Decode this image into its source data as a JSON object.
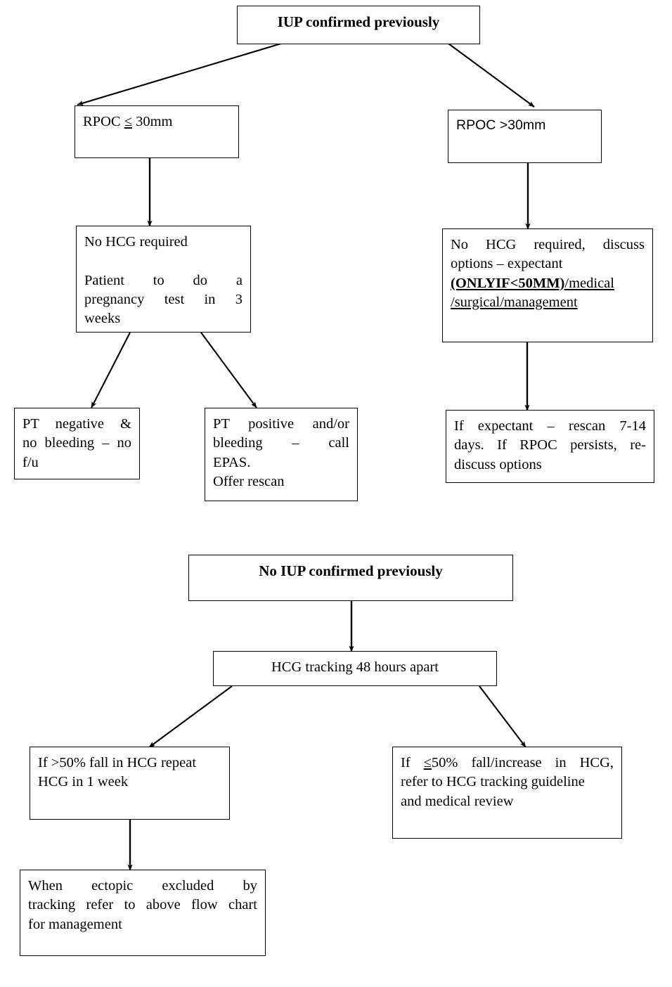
{
  "document": {
    "title": "RPOC and HCG management flow chart",
    "background_color": "#ffffff",
    "line_color": "#000000",
    "text_color": "#000000"
  },
  "section_one": {
    "heading": "IUP confirmed previously",
    "nodes": {
      "rpoc_small": "RPOC ≤ 30mm",
      "rpoc_small_prefix": "RPOC ",
      "rpoc_small_symbol": "≤",
      "rpoc_small_suffix": " 30mm",
      "rpoc_large": "RPOC >30mm",
      "no_hcg_left_line1": "No HCG required",
      "no_hcg_left_line2": "Patient to do a",
      "no_hcg_left_line3": "pregnancy test in 3",
      "no_hcg_left_line4": "weeks",
      "no_hcg_right_line1": "No HCG required, discuss",
      "no_hcg_right_line2": "options – expectant",
      "no_hcg_right_line3_bold": "(ONLYIF<50MM)",
      "no_hcg_right_line3_rest": "/medical",
      "no_hcg_right_line4": "/surgical/management",
      "pt_negative_line1": "PT negative &",
      "pt_negative_line2": "no bleeding – no",
      "pt_negative_line3": "f/u",
      "pt_positive_line1": "PT positive and/or",
      "pt_positive_line2": "bleeding – call",
      "pt_positive_line3": "EPAS.",
      "pt_positive_line4": "Offer rescan",
      "expectant_line1": "If expectant – rescan 7-14",
      "expectant_line2": "days. If RPOC persists, re-",
      "expectant_line3": "discuss options"
    }
  },
  "section_two": {
    "heading": "No IUP confirmed previously",
    "nodes": {
      "hcg_tracking": "HCG tracking 48 hours apart",
      "fall_gt50_line1": "If >50% fall in HCG repeat",
      "fall_gt50_line2": "HCG in 1 week",
      "fall_le50_prefix": "If ",
      "fall_le50_symbol": "≤",
      "fall_le50_line1_rest": "50% fall/increase in HCG,",
      "fall_le50_line2": "refer to HCG tracking guideline",
      "fall_le50_line3": "and medical review",
      "ectopic_line1": "When ectopic excluded by",
      "ectopic_line2": "tracking refer to above flow chart",
      "ectopic_line3": "for management"
    }
  },
  "connectors": [
    {
      "name": "iup-to-rpoc-small",
      "type": "diagonal-arrow"
    },
    {
      "name": "iup-to-rpoc-large",
      "type": "diagonal-arrow"
    },
    {
      "name": "rpoc-small-to-no-hcg-left",
      "type": "vertical-arrow"
    },
    {
      "name": "rpoc-large-to-no-hcg-right",
      "type": "vertical-arrow"
    },
    {
      "name": "no-hcg-left-to-pt-negative",
      "type": "diagonal-arrow"
    },
    {
      "name": "no-hcg-left-to-pt-positive",
      "type": "diagonal-arrow"
    },
    {
      "name": "no-hcg-right-to-expectant",
      "type": "vertical-arrow"
    },
    {
      "name": "no-iup-to-hcg-tracking",
      "type": "vertical-arrow"
    },
    {
      "name": "hcg-tracking-to-fall-gt50",
      "type": "diagonal-arrow"
    },
    {
      "name": "hcg-tracking-to-fall-le50",
      "type": "diagonal-arrow"
    },
    {
      "name": "fall-gt50-to-ectopic",
      "type": "vertical-arrow"
    }
  ]
}
